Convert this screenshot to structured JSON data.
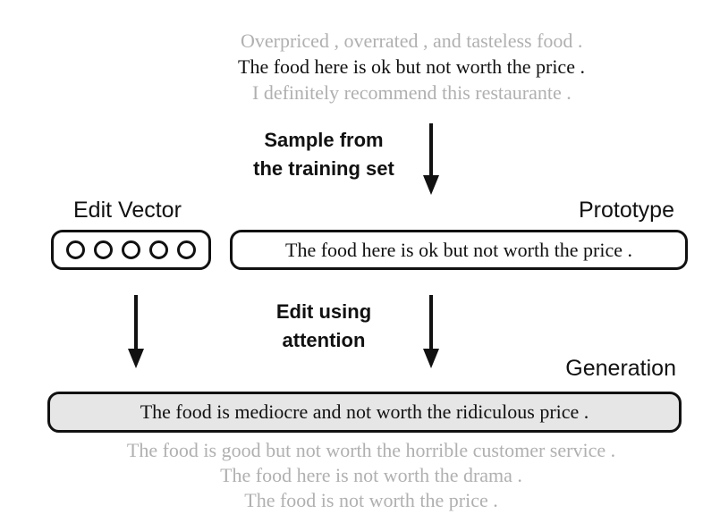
{
  "training_samples": [
    "Overpriced , overrated , and tasteless food .",
    "The food here is ok but not worth the price .",
    "I definitely recommend this restaurante ."
  ],
  "sample_step": {
    "line1": "Sample from",
    "line2": "the training set"
  },
  "edit_vector": {
    "label": "Edit Vector",
    "slots": 5
  },
  "prototype": {
    "label": "Prototype",
    "text": "The food here is ok but not worth the price ."
  },
  "edit_step": {
    "line1": "Edit using",
    "line2": "attention"
  },
  "generation": {
    "label": "Generation",
    "text": "The food is mediocre and not worth the ridiculous price ."
  },
  "alternative_generations": [
    "The food is good but not worth the horrible customer service .",
    "The food here is not worth the drama .",
    "The food is not worth the price ."
  ],
  "colors": {
    "faded_text": "#b0b0b0",
    "generation_fill": "#e6e6e6"
  }
}
